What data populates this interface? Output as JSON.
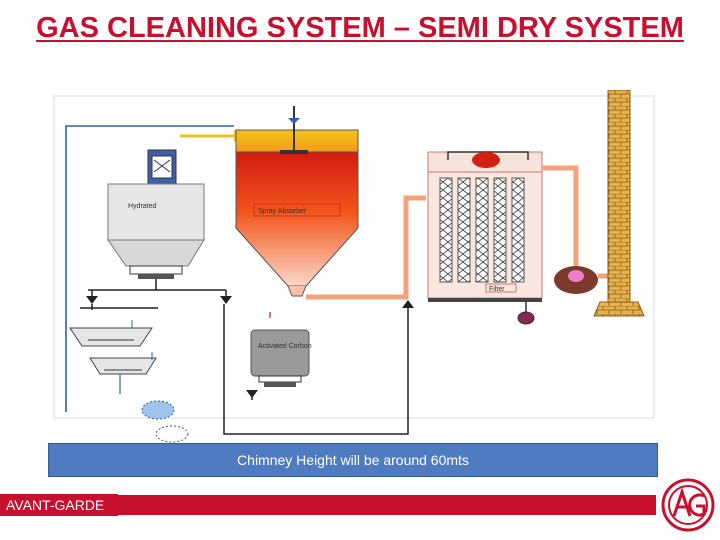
{
  "slide": {
    "title": "GAS CLEANING SYSTEM – SEMI DRY SYSTEM",
    "caption": "Chimney Height will be around 60mts",
    "brand": "AVANT-GARDE"
  },
  "diagram": {
    "labels": {
      "hopper": "Hydrated",
      "spray_absorber": "Spray Absorber",
      "filter": "Filter",
      "carbon": "Activated Carbon"
    }
  },
  "colors": {
    "title": "#c8102e",
    "caption_bg": "#4f7cc0",
    "brand_red": "#c8102e",
    "duct": "#f3a27c",
    "chimney": "#d9a441"
  }
}
